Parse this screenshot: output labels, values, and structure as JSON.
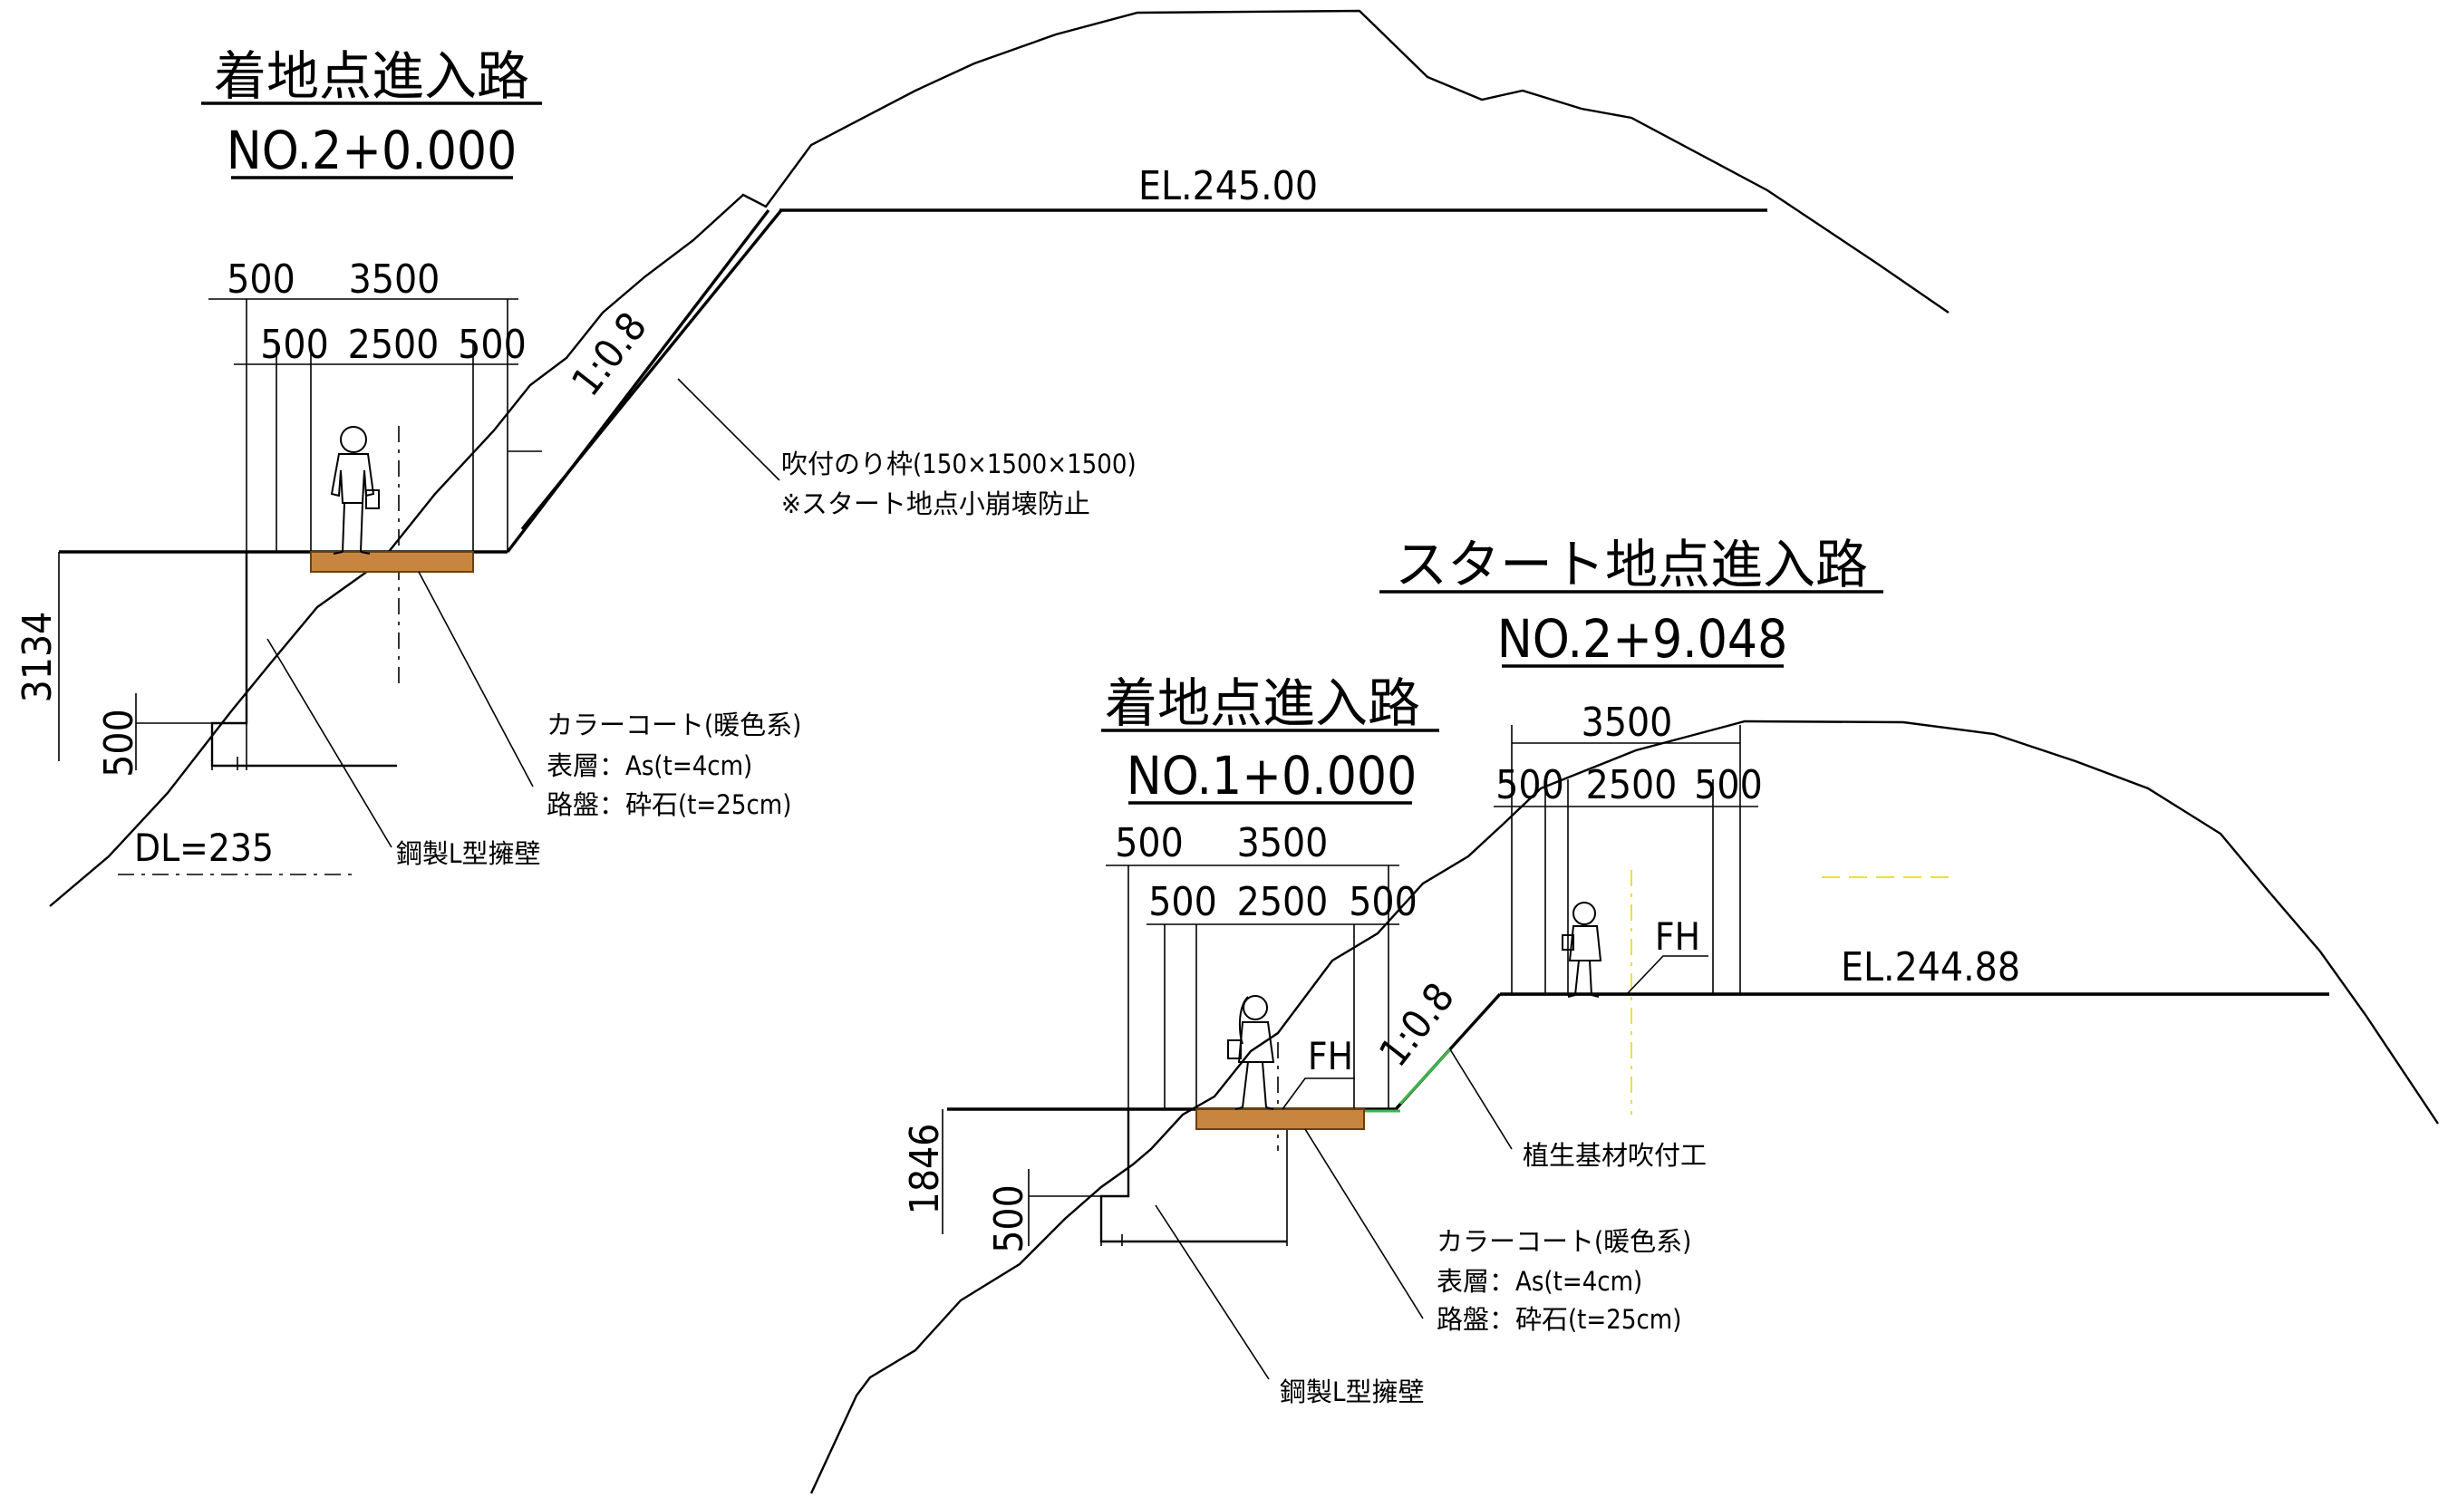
{
  "sections": {
    "left": {
      "title": "着地点進入路",
      "station": "NO.2+0.000",
      "elevation": "EL.245.00",
      "datum": "DL=235",
      "slope": "1:0.8",
      "dims": {
        "d500_top": "500",
        "d3500": "3500",
        "d500_a": "500",
        "d2500": "2500",
        "d500_b": "500",
        "h3134": "3134",
        "h500": "500"
      },
      "notes": {
        "frame_l1": "吹付のり枠(150×1500×1500)",
        "frame_l2": "※スタート地点小崩壊防止",
        "coat_l1": "カラーコート(暖色系)",
        "coat_l2": "表層：As(t=4cm)",
        "coat_l3": "路盤：砕石(t=25cm)",
        "wall": "鋼製L型擁壁"
      }
    },
    "right": {
      "title": "スタート地点進入路",
      "station": "NO.2+9.048",
      "elevation": "EL.244.88",
      "fh": "FH",
      "dims": {
        "d3500": "3500",
        "d500_a": "500",
        "d2500": "2500",
        "d500_b": "500"
      }
    },
    "middle": {
      "title": "着地点進入路",
      "station": "NO.1+0.000",
      "fh": "FH",
      "slope": "1:0.8",
      "dims": {
        "d500_top": "500",
        "d3500": "3500",
        "d500_a": "500",
        "d2500": "2500",
        "d500_b": "500",
        "h1846": "1846",
        "h500": "500"
      },
      "notes": {
        "veg": "植生基材吹付工",
        "coat_l1": "カラーコート(暖色系)",
        "coat_l2": "表層：As(t=4cm)",
        "coat_l3": "路盤：砕石(t=25cm)",
        "wall": "鋼製L型擁壁"
      }
    }
  },
  "colors": {
    "line": "#000000",
    "pavement": "#c8853f",
    "pavement_edge": "#6b3f12",
    "highlight_green": "#3cb84a",
    "highlight_yellow": "#e8e23a"
  }
}
